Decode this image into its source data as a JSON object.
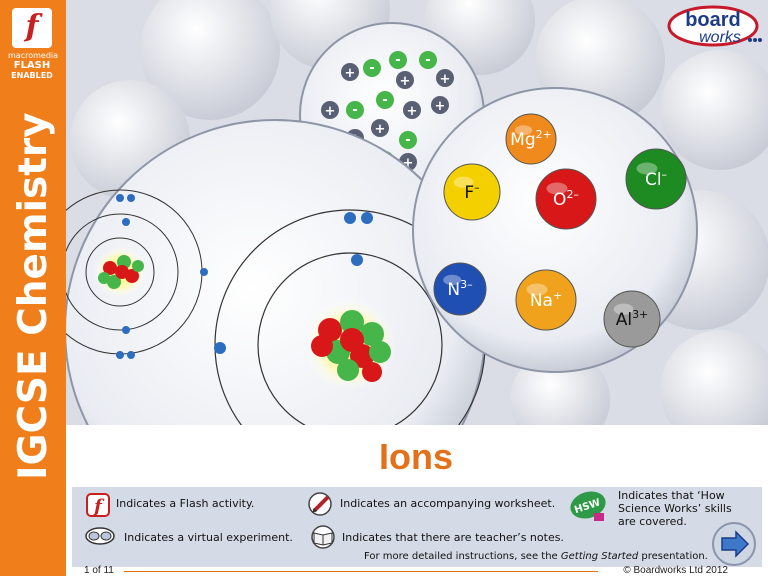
{
  "sidebar": {
    "badge": {
      "logo_glyph": "f",
      "line1": "macromedia",
      "line2": "FLASH",
      "line3": "ENABLED"
    },
    "title": "IGCSE Chemistry"
  },
  "brand": {
    "line1": "board",
    "line2": "works"
  },
  "hero": {
    "ions": [
      {
        "label": "Mg",
        "charge": "2+",
        "color": "#f08a1c"
      },
      {
        "label": "F",
        "charge": "–",
        "color": "#f5d000"
      },
      {
        "label": "O",
        "charge": "2–",
        "color": "#d81818"
      },
      {
        "label": "Cl",
        "charge": "–",
        "color": "#1e8a22"
      },
      {
        "label": "N",
        "charge": "3–",
        "color": "#1f4fb3"
      },
      {
        "label": "Na",
        "charge": "+",
        "color": "#f0a21c"
      },
      {
        "label": "Al",
        "charge": "3+",
        "color": "#9a9a9a"
      }
    ]
  },
  "slide": {
    "title": "Ions"
  },
  "legend": {
    "flash": "Indicates a Flash activity.",
    "worksheet": "Indicates an accompanying worksheet.",
    "hsw_line1": "Indicates that ‘How",
    "hsw_line2": "Science Works’ skills",
    "hsw_line3": "are covered.",
    "virtual": "Indicates a virtual experiment.",
    "notes": "Indicates that there are teacher’s notes.",
    "instructions_pre": "For more detailed instructions, see the ",
    "instructions_em": "Getting Started",
    "instructions_post": " presentation.",
    "hsw_badge": "HSW"
  },
  "footer": {
    "page": "1 of 11",
    "copyright": "© Boardworks Ltd 2012"
  },
  "colors": {
    "orange": "#f07f1b",
    "title": "#e3711a",
    "legend_bg": "#d5dbe6"
  }
}
